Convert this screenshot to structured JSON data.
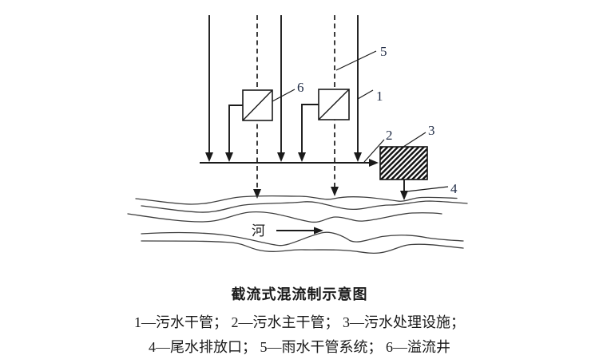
{
  "diagram": {
    "callout_labels": {
      "n1": "1",
      "n2": "2",
      "n3": "3",
      "n4": "4",
      "n5": "5",
      "n6": "6"
    },
    "river_label": "河",
    "colors": {
      "ink": "#1a1a1a",
      "river_line": "#3f3f3f",
      "number": "#1e2a44",
      "background": "#ffffff"
    }
  },
  "caption": {
    "title": "截流式混流制示意图",
    "legend_line1": "1—污水干管； 2—污水主干管； 3—污水处理设施；",
    "legend_line2": "4—尾水排放口； 5—雨水干管系统； 6—溢流井"
  }
}
